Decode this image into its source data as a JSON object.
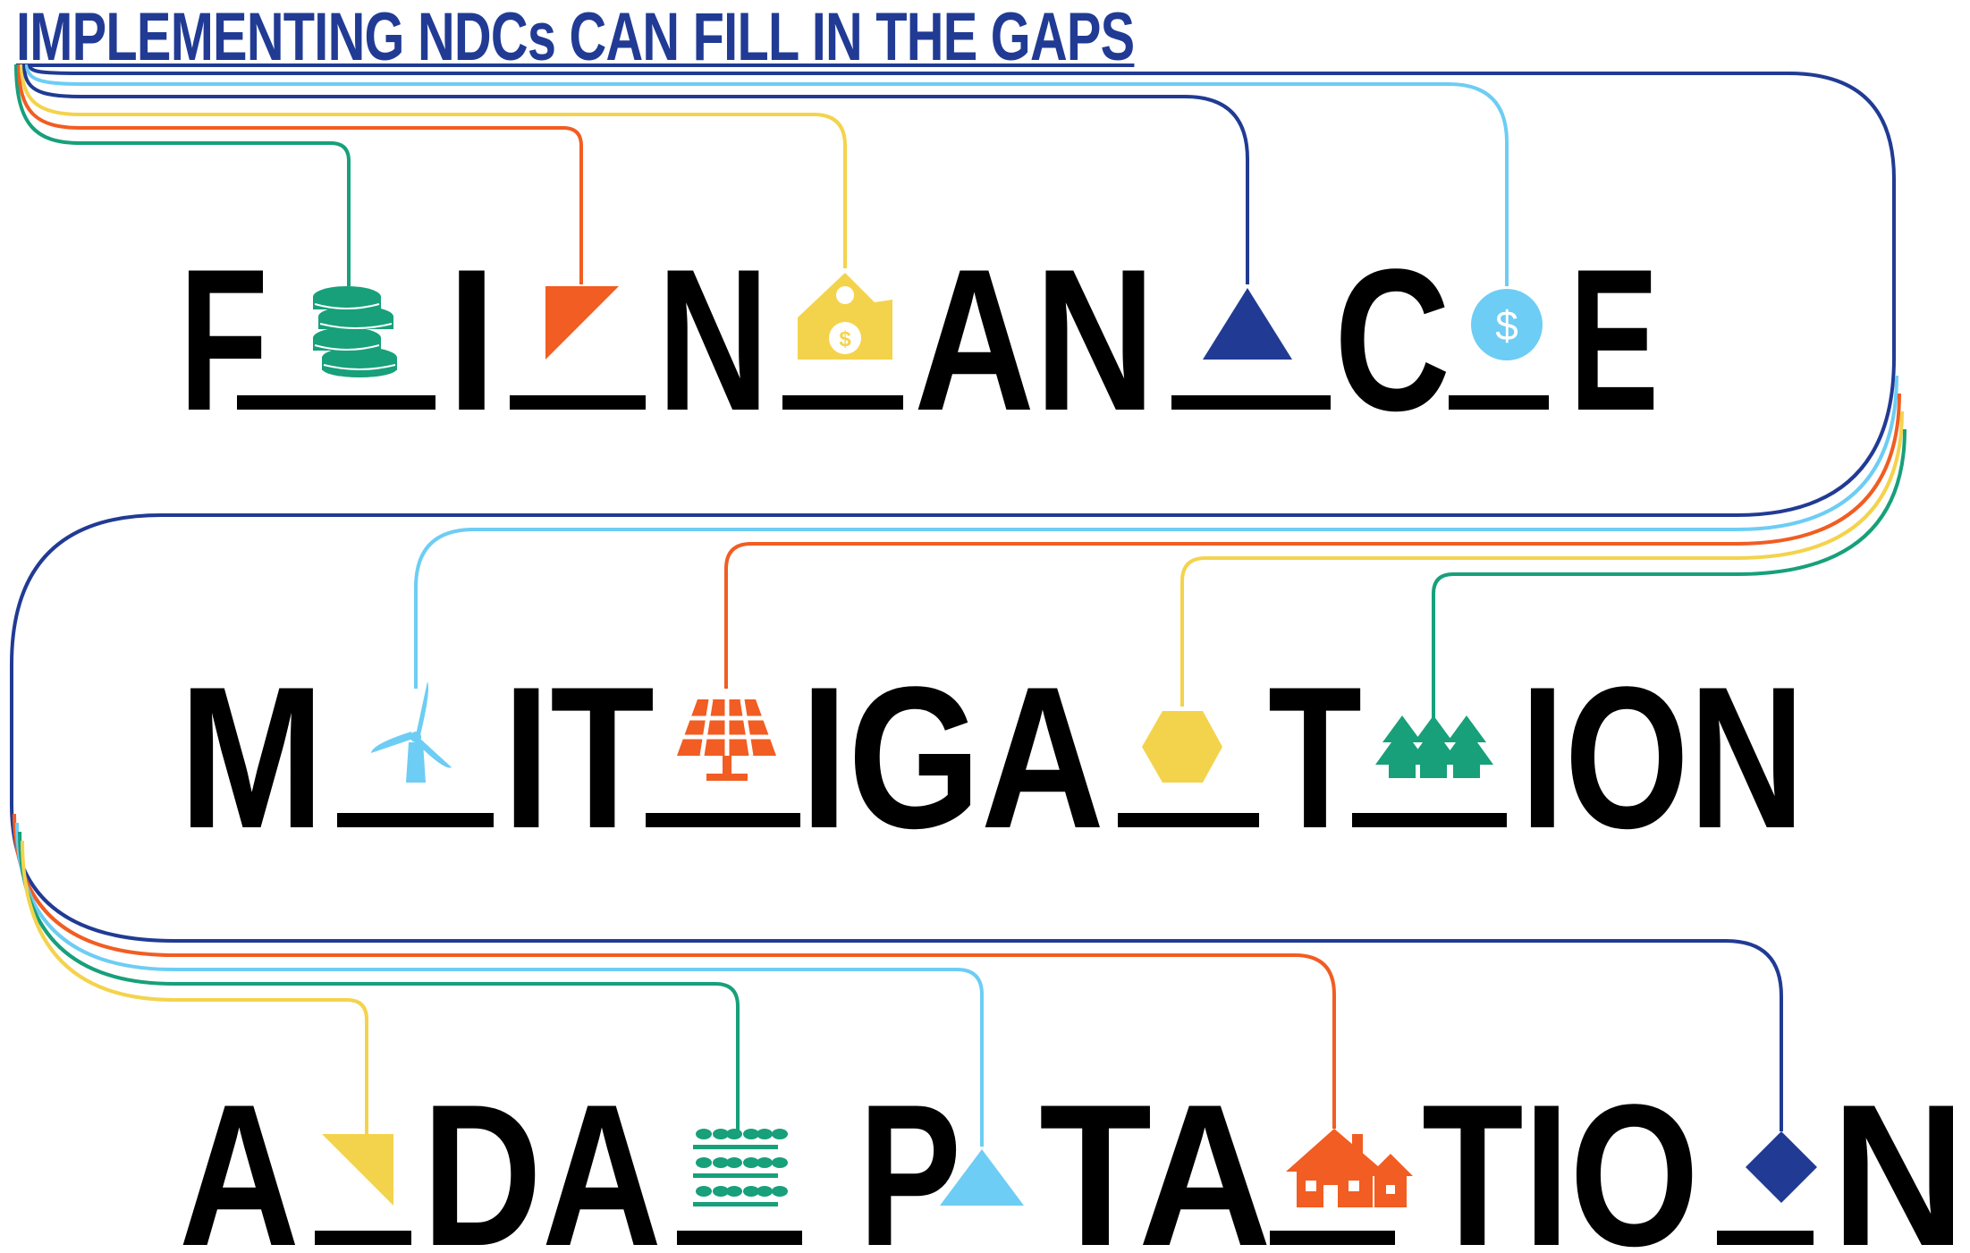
{
  "title": "IMPLEMENTING NDCs CAN FILL IN THE GAPS",
  "words": {
    "finance": {
      "segments": [
        "F",
        "I",
        "N",
        "AN",
        "C",
        "E"
      ],
      "icons": [
        "coin-stack-icon",
        "triangle-icon",
        "money-envelope-icon",
        "triangle-icon",
        "dollar-coin-icon"
      ]
    },
    "mitigation": {
      "segments": [
        "M",
        "IT",
        "IGA",
        "T",
        "ION"
      ],
      "icons": [
        "wind-turbine-icon",
        "solar-panel-icon",
        "hexagon-icon",
        "pine-trees-icon"
      ]
    },
    "adaptation": {
      "segments": [
        "A",
        "DA",
        "P",
        "TA",
        "TIO",
        "N"
      ],
      "icons": [
        "triangle-icon",
        "crop-plants-icon",
        "triangle-icon",
        "houses-icon",
        "diamond-icon"
      ]
    }
  },
  "colors": {
    "navy": "#213b94",
    "light_blue": "#6dcdf4",
    "yellow": "#f4d34c",
    "orange": "#f15d22",
    "green": "#17a07a",
    "black": "#000000"
  }
}
